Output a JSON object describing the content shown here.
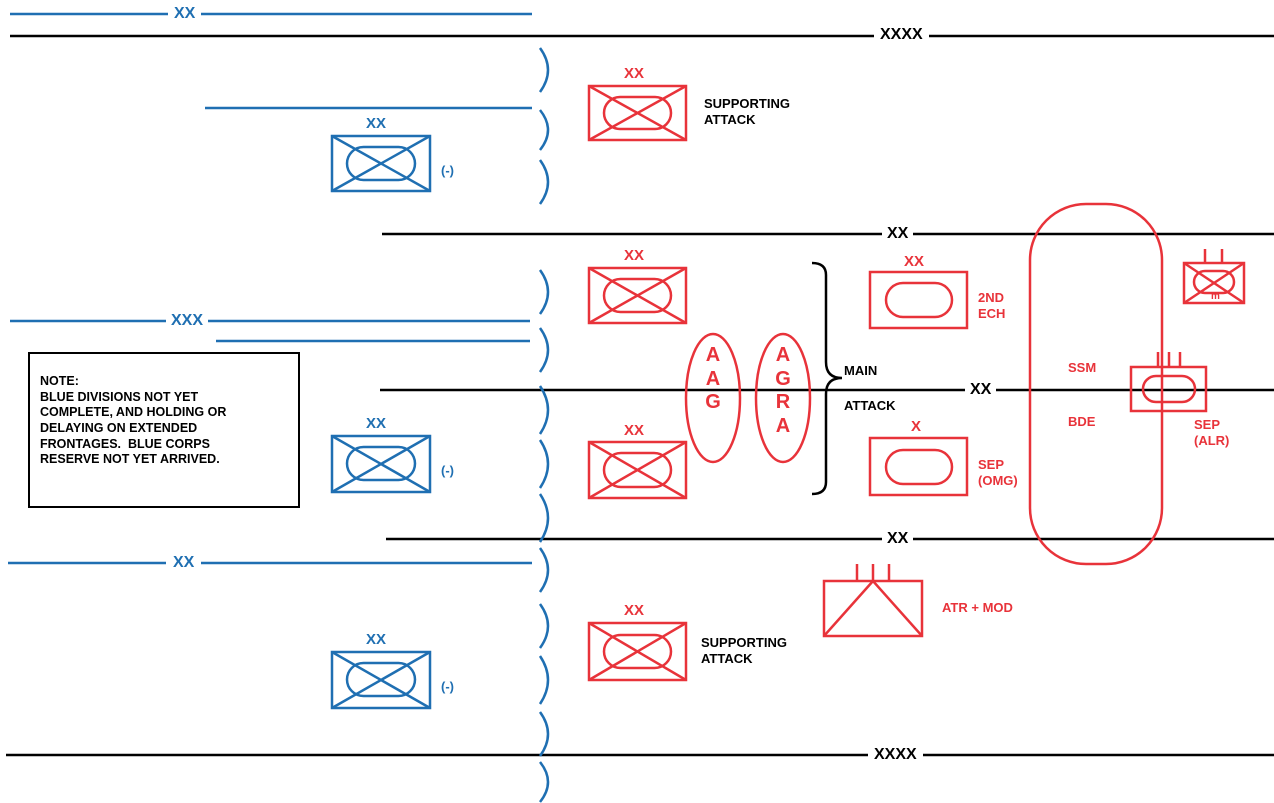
{
  "colors": {
    "blue": "#1f6fb2",
    "red": "#e8333a",
    "black": "#000000"
  },
  "boundaries": {
    "blue_top_div": "XX",
    "army_top": "XXXX",
    "div_boundary_upper": "XX",
    "blue_corps": "XXX",
    "div_boundary_mid": "XX",
    "div_boundary_lower": "XX",
    "blue_bottom_div": "XX",
    "army_bottom": "XXXX"
  },
  "blue_units": [
    {
      "echelon": "XX",
      "modifier": "(-)"
    },
    {
      "echelon": "XX",
      "modifier": "(-)"
    },
    {
      "echelon": "XX",
      "modifier": "(-)"
    }
  ],
  "red_units": {
    "top_support": {
      "echelon": "XX",
      "label": "SUPPORTING\nATTACK"
    },
    "main_upper": {
      "echelon": "XX"
    },
    "main_lower": {
      "echelon": "XX"
    },
    "second_ech": {
      "echelon": "XX",
      "label": "2ND\nECH"
    },
    "sep_omg": {
      "echelon": "X",
      "label": "SEP\n(OMG)"
    },
    "bottom_support": {
      "echelon": "XX",
      "label": "SUPPORTING\nATTACK"
    },
    "atr_mod": {
      "label": "ATR + MOD"
    },
    "sep_alr": {
      "label": "SEP\n(ALR)"
    },
    "ssm": {
      "label": "SSM"
    },
    "bde": {
      "label": "BDE"
    },
    "mech_small": {
      "label": "m"
    }
  },
  "artillery_groups": {
    "aag": "A\nA\nG",
    "agra": "A\nG\nR\nA"
  },
  "main_attack": {
    "label_top": "MAIN",
    "label_bottom": "ATTACK"
  },
  "note": "NOTE:\nBLUE DIVISIONS NOT YET\nCOMPLETE, AND HOLDING OR\nDELAYING ON EXTENDED\nFRONTAGES.  BLUE CORPS\nRESERVE NOT YET ARRIVED."
}
